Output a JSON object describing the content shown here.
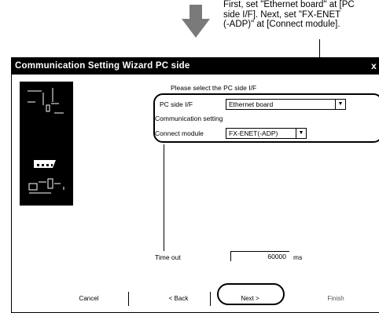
{
  "annotation": {
    "text": "First, set \"Ethernet board\" at [PC\nside I/F]. Next, set \"FX-ENET\n(-ADP)\" at [Connect module]."
  },
  "window": {
    "title": "Communication Setting Wizard   PC side",
    "close_glyph": "x"
  },
  "wizard": {
    "prompt": "Please select the PC side I/F",
    "pc_side_if": {
      "label": "PC side I/F",
      "value": "Ethernet board"
    },
    "comm_setting_label": "Communication setting",
    "connect_module": {
      "label": "Connect module",
      "value": "FX-ENET(-ADP)"
    },
    "timeout": {
      "label": "Time out",
      "value": "60000",
      "unit": "ms"
    }
  },
  "buttons": {
    "cancel": "Cancel",
    "back": "< Back",
    "next": "Next >",
    "finish": "Finish"
  }
}
